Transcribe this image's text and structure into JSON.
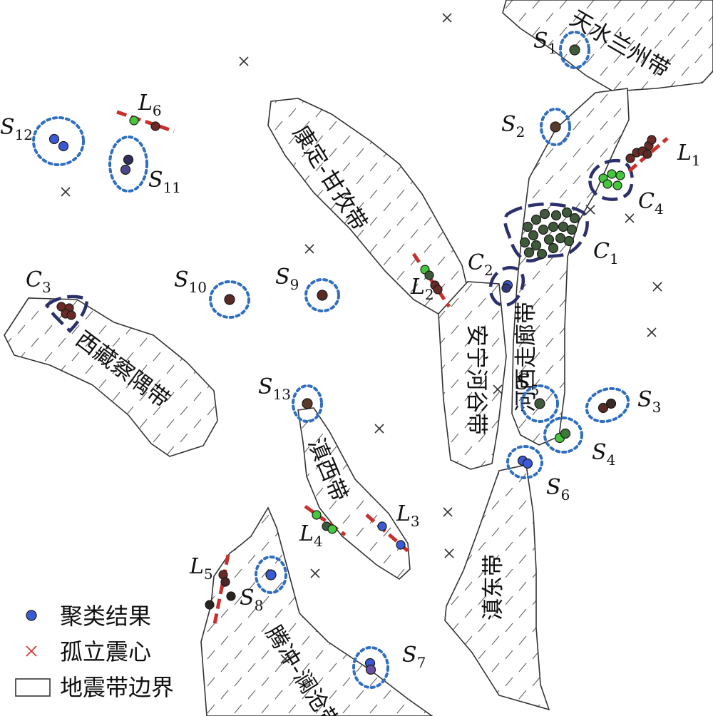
{
  "zones": [
    {
      "id": "tianshui",
      "label": "天水兰州带"
    },
    {
      "id": "kangding",
      "label": "康定-甘孜带"
    },
    {
      "id": "hexi",
      "label": "河西走廊带"
    },
    {
      "id": "anning",
      "label": "安宁河谷带"
    },
    {
      "id": "xizang",
      "label": "西藏察隅带"
    },
    {
      "id": "dianxi",
      "label": "滇西带"
    },
    {
      "id": "diandong",
      "label": "滇东带"
    },
    {
      "id": "tengchong",
      "label": "腾冲-澜沧带"
    }
  ],
  "clusters": {
    "S1": "S",
    "S1_sub": "1",
    "S2": "S",
    "S2_sub": "2",
    "S3": "S",
    "S3_sub": "3",
    "S4": "S",
    "S4_sub": "4",
    "S5": "S",
    "S5_sub": "5",
    "S6": "S",
    "S6_sub": "6",
    "S7": "S",
    "S7_sub": "7",
    "S8": "S",
    "S8_sub": "8",
    "S9": "S",
    "S9_sub": "9",
    "S10": "S",
    "S10_sub": "10",
    "S11": "S",
    "S11_sub": "11",
    "S12": "S",
    "S12_sub": "12",
    "S13": "S",
    "S13_sub": "13",
    "C1": "C",
    "C1_sub": "1",
    "C2": "C",
    "C2_sub": "2",
    "C3": "C",
    "C3_sub": "3",
    "C4": "C",
    "C4_sub": "4",
    "L1": "L",
    "L1_sub": "1",
    "L2": "L",
    "L2_sub": "2",
    "L3": "L",
    "L3_sub": "3",
    "L4": "L",
    "L4_sub": "4",
    "L5": "L",
    "L5_sub": "5",
    "L6": "L",
    "L6_sub": "6"
  },
  "legend": {
    "cluster_result": "聚类结果",
    "isolated_epicenter": "孤立震心",
    "zone_boundary": "地震带边界"
  },
  "colors": {
    "ring": "#2f6ec0",
    "fault_line": "#c8302c",
    "isolated_marker": "#333333",
    "dark_green": "#3f5a3a",
    "bright_green": "#44c63d",
    "dark_red": "#6a2a26",
    "blue": "#3b5ad6",
    "purple": "#6a4ea6"
  }
}
